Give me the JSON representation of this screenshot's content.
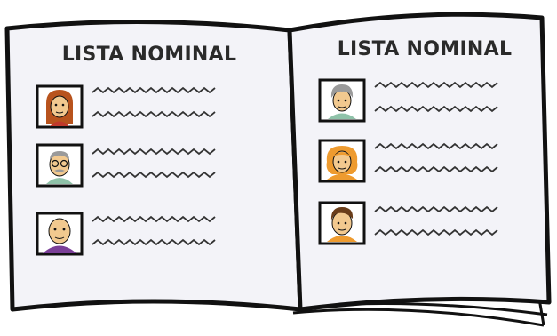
{
  "left_page": {
    "title": "LISTA NOMINAL",
    "entries": [
      {
        "avatar": "woman-long-red-hair-avatar"
      },
      {
        "avatar": "elderly-man-glasses-mustache-avatar"
      },
      {
        "avatar": "bald-man-avatar"
      }
    ]
  },
  "right_page": {
    "title": "LISTA NOMINAL",
    "entries": [
      {
        "avatar": "elderly-woman-gray-hair-avatar"
      },
      {
        "avatar": "woman-orange-hair-avatar"
      },
      {
        "avatar": "young-man-brown-hair-avatar"
      }
    ]
  },
  "colors": {
    "page": "#f3f3f8",
    "outline": "#111111",
    "text": "#2a2a2a",
    "skin": "#f2c98f",
    "hair_red": "#b8531d",
    "hair_gray": "#9a9a9a",
    "hair_orange": "#ee9b2f",
    "hair_brown": "#6a3d1a",
    "shirt_purple": "#7a3f97",
    "shirt_green": "#8fc2a9",
    "shirt_red": "#c0392b"
  }
}
